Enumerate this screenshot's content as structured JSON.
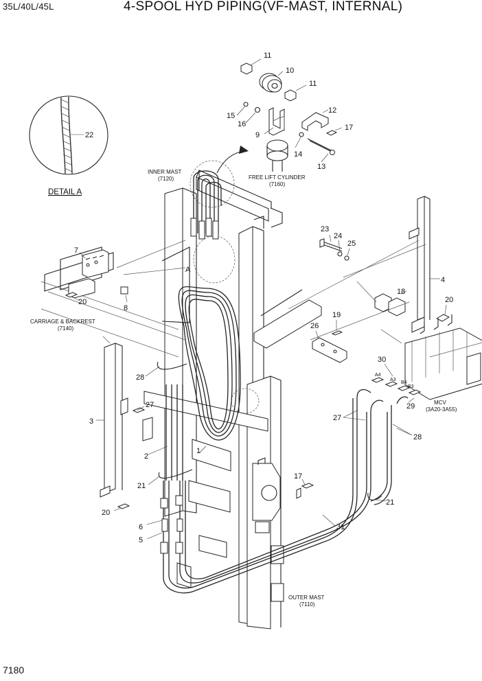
{
  "header": {
    "model": "35L/40L/45L",
    "title": "4-SPOOL HYD PIPING(VF-MAST, INTERNAL)"
  },
  "page_id": "7180",
  "detail": {
    "title": "DETAIL A",
    "letter": "A"
  },
  "assemblies": {
    "inner_mast": {
      "name": "INNER MAST",
      "code": "(7120)"
    },
    "free_lift_cylinder": {
      "name": "FREE LIFT CYLINDER",
      "code": "(7160)"
    },
    "carriage": {
      "name": "CARRIAGE & BACKREST",
      "code": "(7140)"
    },
    "mcv": {
      "name": "MCV",
      "code": "(3A20-3A55)"
    },
    "outer_mast": {
      "name": "OUTER MAST",
      "code": "(7110)"
    }
  },
  "ports": [
    "A4",
    "A3",
    "B4",
    "B3"
  ],
  "callouts": [
    "11",
    "10",
    "11",
    "12",
    "15",
    "16",
    "9",
    "17",
    "14",
    "13",
    "22",
    "23",
    "24",
    "25",
    "4",
    "7",
    "18",
    "20",
    "8",
    "20",
    "26",
    "19",
    "30",
    "28",
    "27",
    "3",
    "29",
    "27",
    "28",
    "2",
    "1",
    "21",
    "17",
    "20",
    "6",
    "5",
    "21",
    "31"
  ]
}
